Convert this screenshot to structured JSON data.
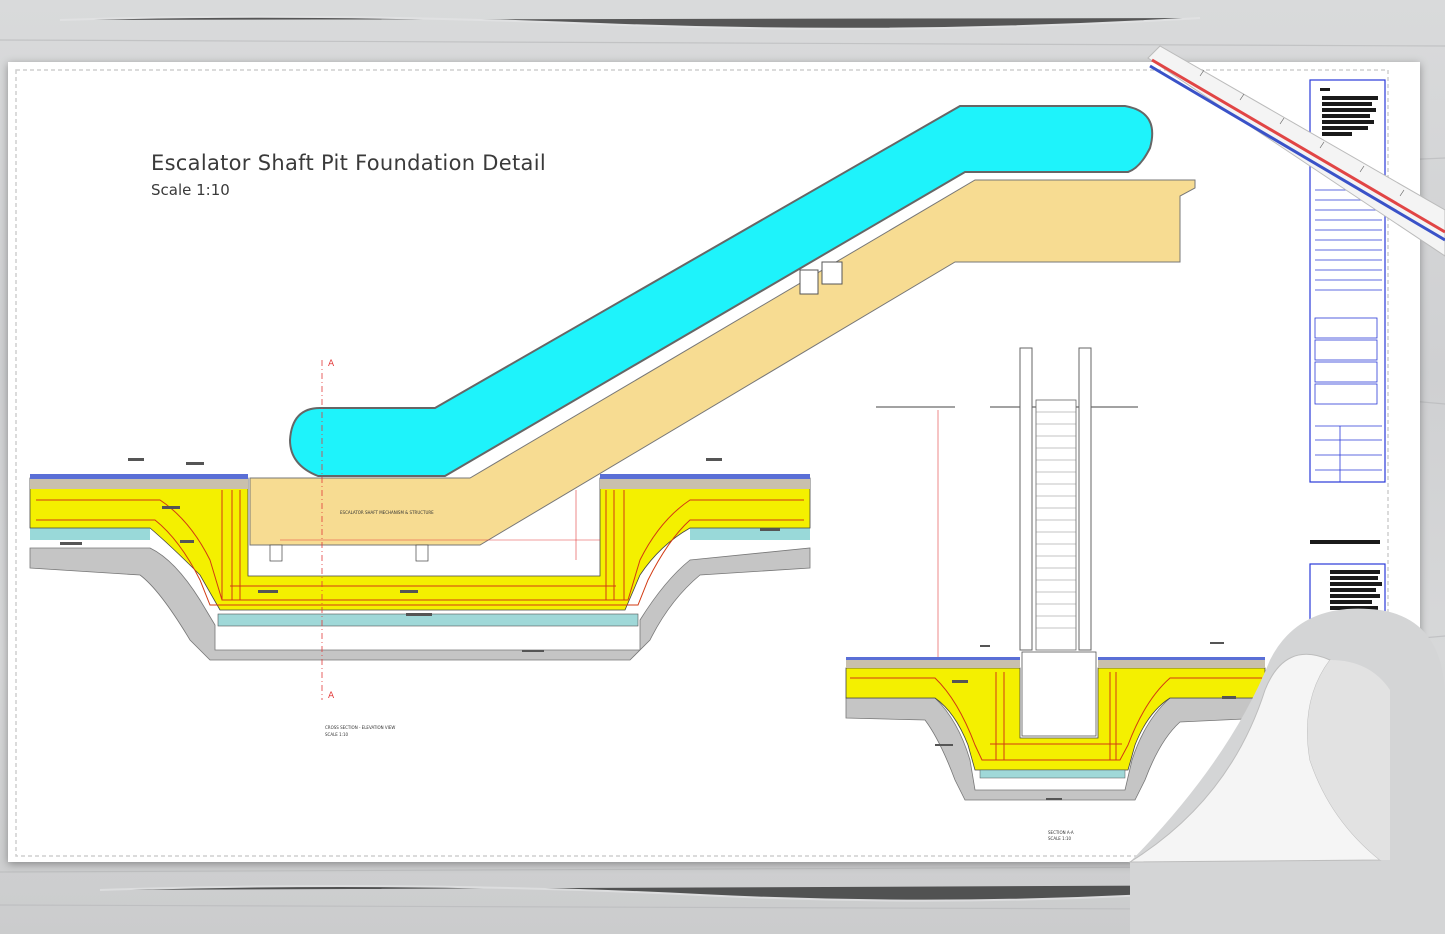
{
  "drawing": {
    "title": "Escalator Shaft Pit Foundation Detail",
    "scale": "Scale 1:10"
  },
  "sections": {
    "section_mark": "A"
  },
  "colors": {
    "handrail": "#1ef3fb",
    "truss": "#f7dc92",
    "concrete": "#f4f000",
    "rebar": "#d23a12",
    "gravel": "#bfbfbf",
    "title_block_border": "#2a3ad8",
    "paper": "#ffffff",
    "table": "#d4d5d6"
  }
}
